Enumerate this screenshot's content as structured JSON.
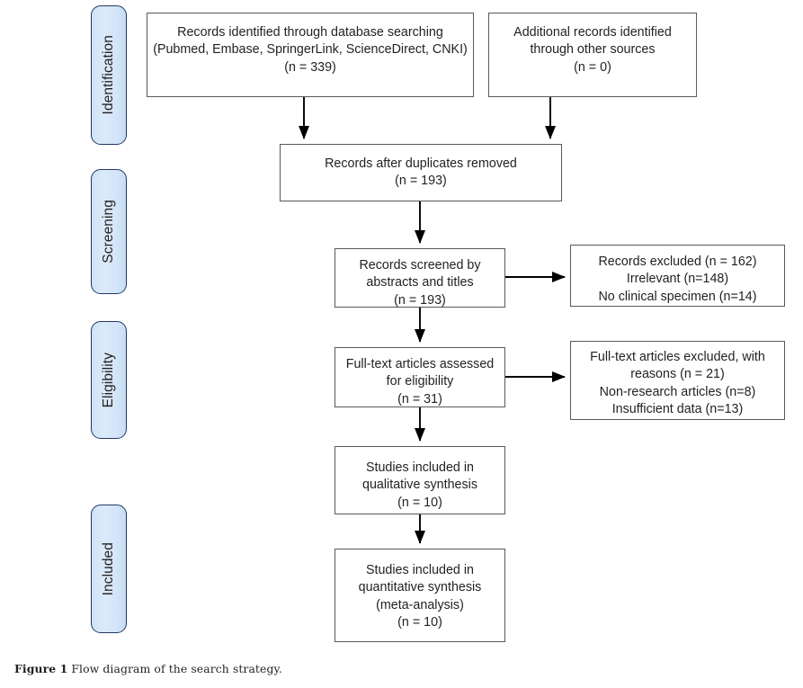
{
  "figure": {
    "caption_label": "Figure 1",
    "caption_text": "Flow diagram of the search strategy."
  },
  "colors": {
    "stage_fill": "#d4e6f8",
    "stage_border": "#1f3864",
    "box_border": "#58595b",
    "box_fill": "#ffffff",
    "text": "#231f20",
    "connector": "#000000"
  },
  "stages": [
    {
      "id": "identification",
      "label": "Identification"
    },
    {
      "id": "screening",
      "label": "Screening"
    },
    {
      "id": "eligibility",
      "label": "Eligibility"
    },
    {
      "id": "included",
      "label": "Included"
    }
  ],
  "chart_data": {
    "type": "diagram",
    "title": "Flow diagram of the search strategy.",
    "diagram_kind": "PRISMA flow diagram",
    "nodes": [
      {
        "id": "records-identified-database",
        "stage": "identification",
        "text": "Records identified through database searching\n(Pubmed, Embase, SpringerLink, ScienceDirect, CNKI)\n(n = 339)",
        "n": 339
      },
      {
        "id": "additional-records-other-sources",
        "stage": "identification",
        "text": "Additional records identified\nthrough other sources\n(n = 0)",
        "n": 0
      },
      {
        "id": "records-after-duplicates-removed",
        "stage": "screening",
        "text": "Records after duplicates removed\n(n = 193)",
        "n": 193
      },
      {
        "id": "records-screened",
        "stage": "screening",
        "text": "Records screened by\nabstracts and titles\n(n = 193)",
        "n": 193
      },
      {
        "id": "records-excluded",
        "stage": "screening",
        "text": "Records excluded (n = 162)\nIrrelevant (n=148)\nNo clinical specimen (n=14)",
        "n": 162
      },
      {
        "id": "fulltext-assessed",
        "stage": "eligibility",
        "text": "Full-text articles assessed\nfor eligibility\n(n = 31)",
        "n": 31
      },
      {
        "id": "fulltext-excluded",
        "stage": "eligibility",
        "text": "Full-text articles excluded, with\nreasons (n = 21)\nNon-research articles (n=8)\nInsufficient data (n=13)",
        "n": 21
      },
      {
        "id": "qualitative-synthesis",
        "stage": "included",
        "text": "Studies included in\nqualitative synthesis\n(n = 10)",
        "n": 10
      },
      {
        "id": "quantitative-synthesis",
        "stage": "included",
        "text": "Studies included in\nquantitative synthesis\n(meta-analysis)\n(n = 10)",
        "n": 10
      }
    ],
    "edges": [
      {
        "from": "records-identified-database",
        "to": "records-after-duplicates-removed",
        "direction": "down"
      },
      {
        "from": "additional-records-other-sources",
        "to": "records-after-duplicates-removed",
        "direction": "down"
      },
      {
        "from": "records-after-duplicates-removed",
        "to": "records-screened",
        "direction": "down"
      },
      {
        "from": "records-screened",
        "to": "records-excluded",
        "direction": "right"
      },
      {
        "from": "records-screened",
        "to": "fulltext-assessed",
        "direction": "down"
      },
      {
        "from": "fulltext-assessed",
        "to": "fulltext-excluded",
        "direction": "right"
      },
      {
        "from": "fulltext-assessed",
        "to": "qualitative-synthesis",
        "direction": "down"
      },
      {
        "from": "qualitative-synthesis",
        "to": "quantitative-synthesis",
        "direction": "down"
      }
    ]
  }
}
